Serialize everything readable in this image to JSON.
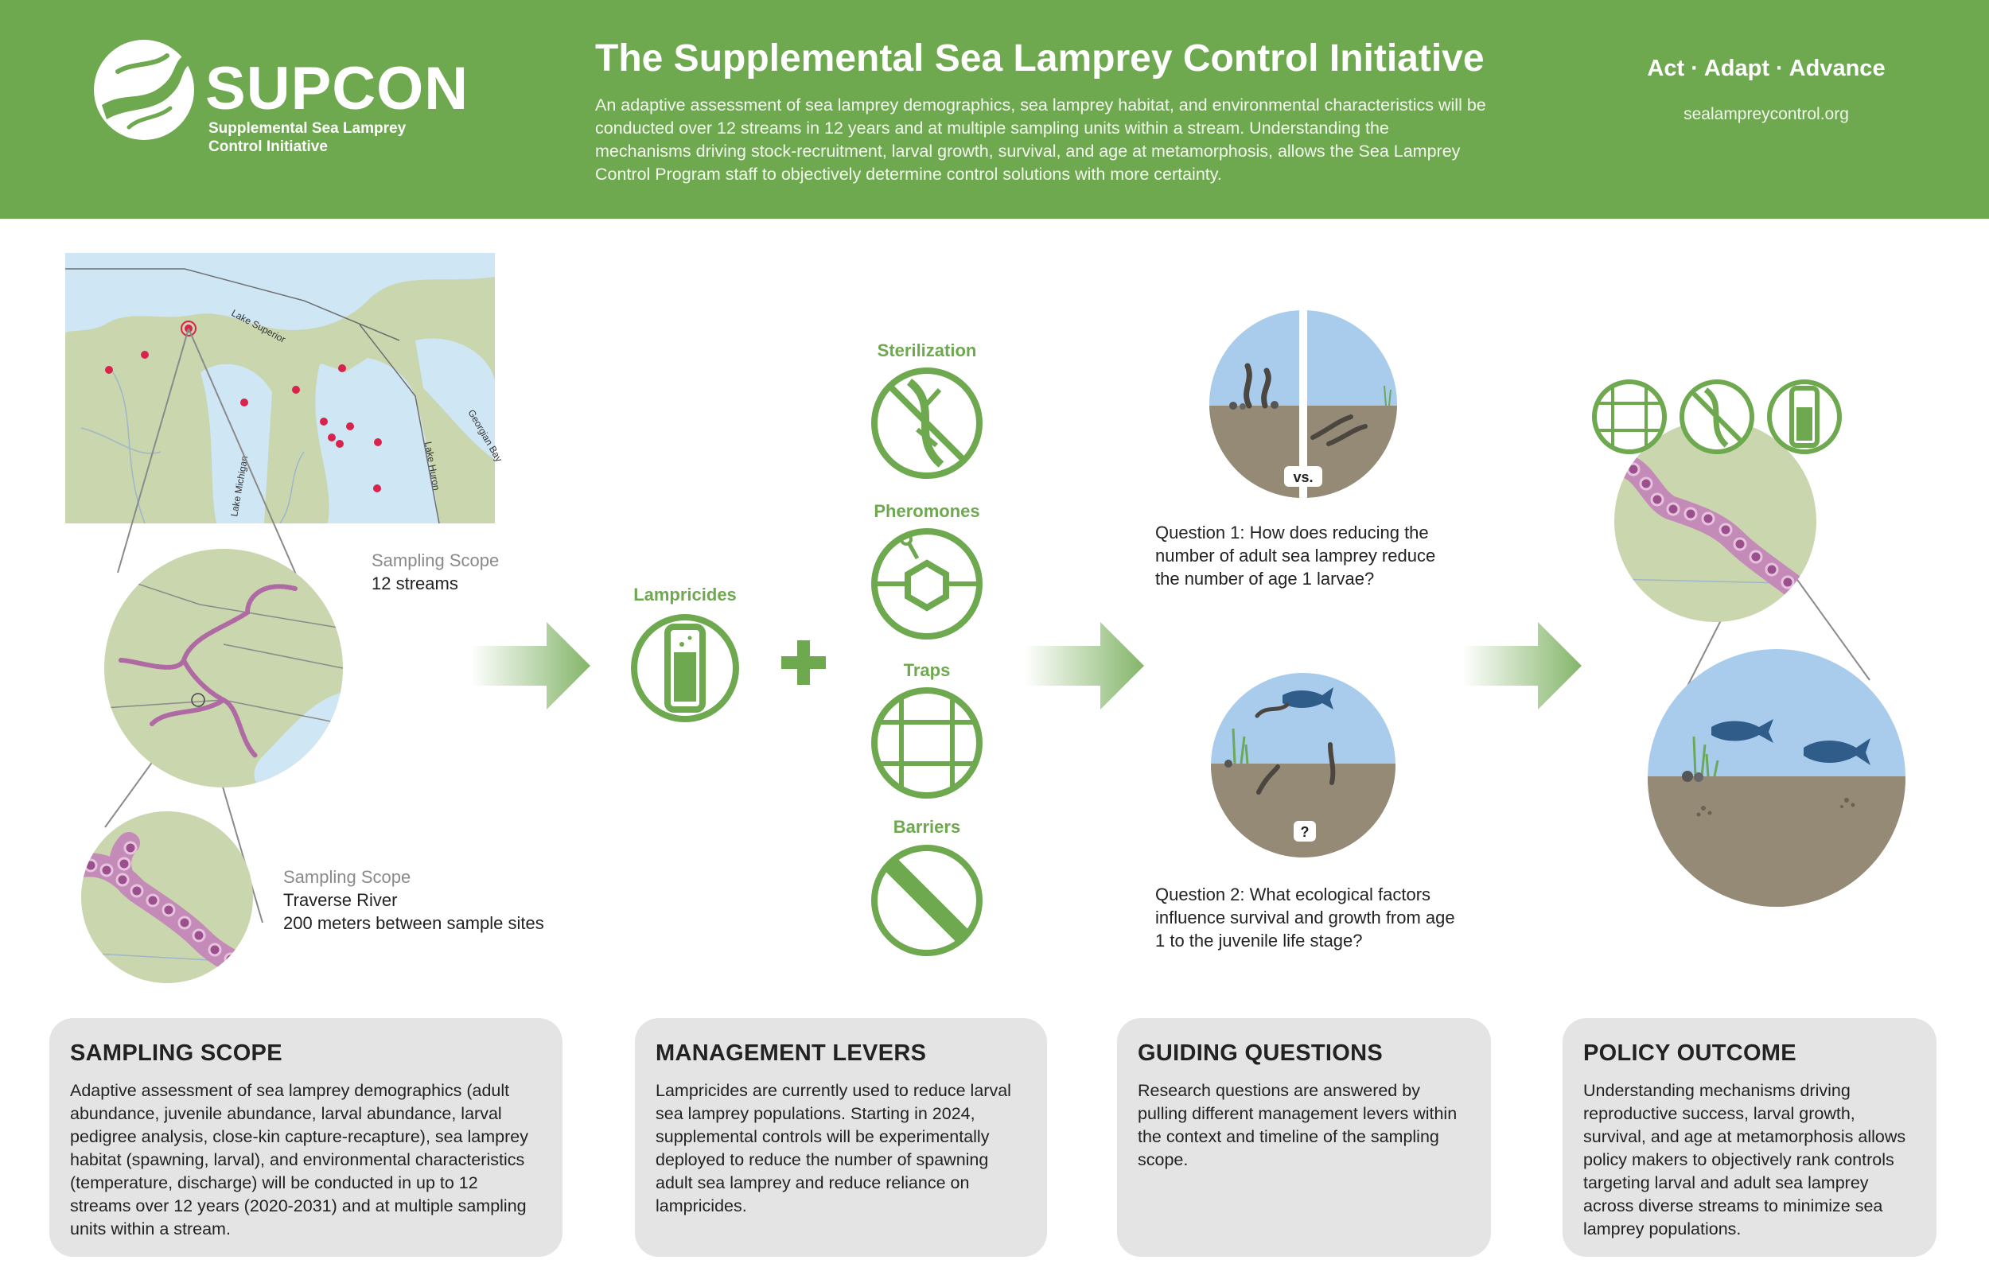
{
  "header": {
    "logo_name": "SUPCON",
    "logo_subtitle": "Supplemental Sea Lamprey Control Initiative",
    "title": "The Supplemental Sea Lamprey Control Initiative",
    "intro": "An adaptive assessment of sea lamprey demographics, sea lamprey habitat, and environmental characteristics will be conducted over 12 streams in 12 years and at multiple sampling units within a stream. Understanding the mechanisms driving stock-recruitment, larval growth, survival, and age at metamorphosis, allows the Sea Lamprey Control Program staff to objectively determine control solutions with more certainty.",
    "tagline": "Act · Adapt · Advance",
    "website": "sealampreycontrol.org"
  },
  "map": {
    "labels": [
      "Lake Superior",
      "Lake Michigan",
      "Lake Huron",
      "Georgian Bay"
    ]
  },
  "sampling": {
    "scope_label": "Sampling Scope",
    "scope1_value": "12 streams",
    "scope2_value": "Traverse River",
    "scope2_detail": "200 meters between sample sites"
  },
  "levers": {
    "lampricides": "Lampricides",
    "sterilization": "Sterilization",
    "pheromones": "Pheromones",
    "traps": "Traps",
    "barriers": "Barriers"
  },
  "questions": {
    "vs_label": "vs.",
    "q_mark": "?",
    "q1": "Question 1: How does reducing the number of adult sea lamprey reduce the number of age 1 larvae?",
    "q2": "Question 2: What ecological factors influence survival and growth from age 1 to the juvenile life stage?"
  },
  "cards": {
    "sampling_title": "SAMPLING SCOPE",
    "sampling_body": "Adaptive assessment of sea lamprey demographics (adult abundance, juvenile abundance, larval abundance, larval pedigree analysis, close-kin capture-recapture), sea lamprey habitat (spawning, larval), and environmental characteristics (temperature, discharge) will be conducted in up to 12 streams over 12 years (2020-2031) and at multiple sampling units within a stream.",
    "levers_title": "MANAGEMENT LEVERS",
    "levers_body": "Lampricides are currently used to reduce larval sea lamprey populations.  Starting in 2024, supplemental controls will be experimentally deployed to reduce the number of spawning adult sea lamprey and reduce reliance on lampricides.",
    "questions_title": "GUIDING QUESTIONS",
    "questions_body": "Research questions are answered by pulling different management levers within the context and timeline of the sampling scope.",
    "policy_title": "POLICY OUTCOME",
    "policy_body": "Understanding mechanisms driving reproductive success, larval growth, survival, and age at metamorphosis allows policy makers to objectively rank controls targeting larval and adult sea lamprey across diverse streams to minimize sea lamprey populations."
  },
  "colors": {
    "brand_green": "#6ea84f",
    "land": "#c9d6ae",
    "water": "#cfe6f5",
    "sky": "#a9ccec",
    "sediment": "#958a76",
    "lamprey": "#b06aa3",
    "site_marker": "#d8234d",
    "card_bg": "#e4e4e4"
  }
}
